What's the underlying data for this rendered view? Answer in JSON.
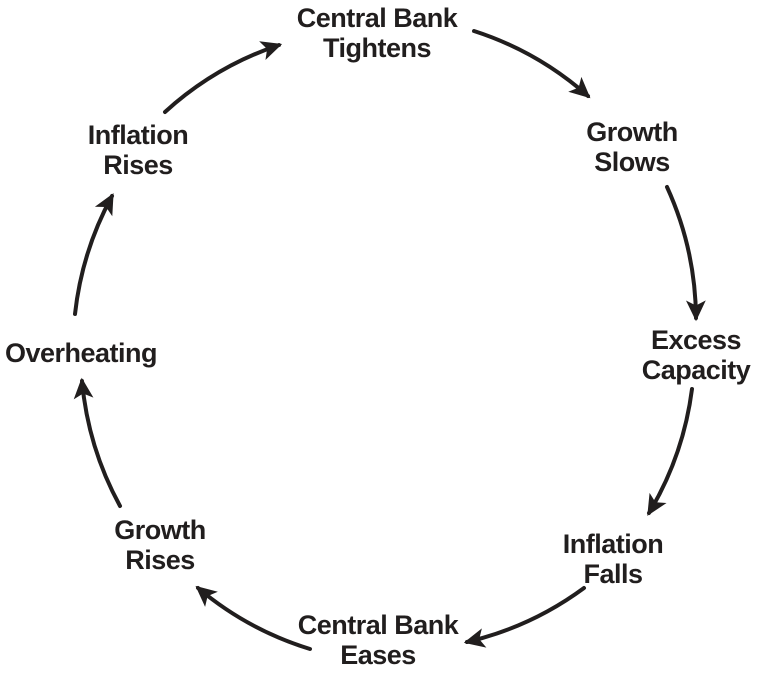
{
  "diagram": {
    "type": "cycle",
    "direction": "clockwise",
    "ink_color": "#211e1e",
    "background_color": "#ffffff",
    "nodes": [
      {
        "id": "central-bank-tightens",
        "label": "Central Bank\nTightens"
      },
      {
        "id": "growth-slows",
        "label": "Growth\nSlows"
      },
      {
        "id": "excess-capacity",
        "label": "Excess\nCapacity"
      },
      {
        "id": "inflation-falls",
        "label": "Inflation\nFalls"
      },
      {
        "id": "central-bank-eases",
        "label": "Central Bank\nEases"
      },
      {
        "id": "growth-rises",
        "label": "Growth\nRises"
      },
      {
        "id": "overheating",
        "label": "Overheating"
      },
      {
        "id": "inflation-rises",
        "label": "Inflation\nRises"
      }
    ],
    "edges": [
      {
        "from": "central-bank-tightens",
        "to": "growth-slows"
      },
      {
        "from": "growth-slows",
        "to": "excess-capacity"
      },
      {
        "from": "excess-capacity",
        "to": "inflation-falls"
      },
      {
        "from": "inflation-falls",
        "to": "central-bank-eases"
      },
      {
        "from": "central-bank-eases",
        "to": "growth-rises"
      },
      {
        "from": "growth-rises",
        "to": "overheating"
      },
      {
        "from": "overheating",
        "to": "inflation-rises"
      },
      {
        "from": "inflation-rises",
        "to": "central-bank-tightens"
      }
    ]
  }
}
